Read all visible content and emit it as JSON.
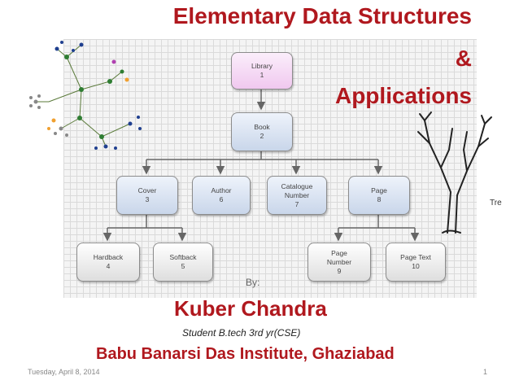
{
  "title": {
    "line1": "Elementary Data Structures",
    "line2": "&",
    "line3": "Applications"
  },
  "diagram": {
    "nodes": {
      "library": {
        "name": "Library",
        "num": "1"
      },
      "book": {
        "name": "Book",
        "num": "2"
      },
      "cover": {
        "name": "Cover",
        "num": "3"
      },
      "author": {
        "name": "Author",
        "num": "6"
      },
      "catalogue": {
        "name": "Catalogue Number",
        "num": "7"
      },
      "page": {
        "name": "Page",
        "num": "8"
      },
      "hardback": {
        "name": "Hardback",
        "num": "4"
      },
      "softback": {
        "name": "Softback",
        "num": "5"
      },
      "page_number": {
        "name": "Page Number",
        "num": "9"
      },
      "page_text": {
        "name": "Page Text",
        "num": "10"
      }
    }
  },
  "tree_label": "Tre",
  "by_label": "By:",
  "author_name": "Kuber Chandra",
  "author_role": "Student B.tech 3rd yr(CSE)",
  "institute": "Babu Banarsi Das Institute, Ghaziabad",
  "footer": {
    "date": "Tuesday, April 8, 2014",
    "page": "1"
  },
  "colors": {
    "accent": "#b0181e",
    "node_blue": "#c9d6ea",
    "node_pink": "#f0c8ef"
  }
}
